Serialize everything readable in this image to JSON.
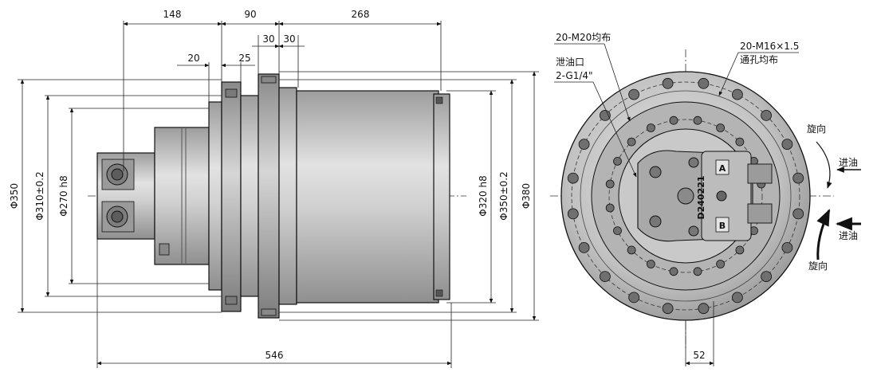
{
  "side_view": {
    "dimensions_top": {
      "d148": "148",
      "d90": "90",
      "d268": "268",
      "d30a": "30",
      "d30b": "30",
      "d20": "20",
      "d25": "25"
    },
    "dimensions_left": {
      "phi350": "Φ350",
      "phi310": "Φ310±0.2",
      "phi270": "Φ270 h8"
    },
    "dimensions_right": {
      "phi320": "Φ320 h8",
      "phi350": "Φ350±0.2",
      "phi380": "Φ380"
    },
    "dimension_bottom": "546"
  },
  "front_view": {
    "note_bolts_outer": "20-M20均布",
    "note_drain_1": "泄油口",
    "note_drain_2": "2-G1/4\"",
    "note_through_1": "20-M16×1.5",
    "note_through_2": "通孔均布",
    "rotation_top": "旋向",
    "inlet_top": "进油",
    "inlet_bottom": "进油",
    "rotation_bottom": "旋向",
    "dim_bottom": "52",
    "port_a": "A",
    "port_b": "B",
    "stamp_code": "D240221"
  },
  "colors": {
    "body": "#cfcfcf",
    "body_dark": "#a8a8a8",
    "face": "#bdbdbd",
    "ink": "#111111"
  }
}
